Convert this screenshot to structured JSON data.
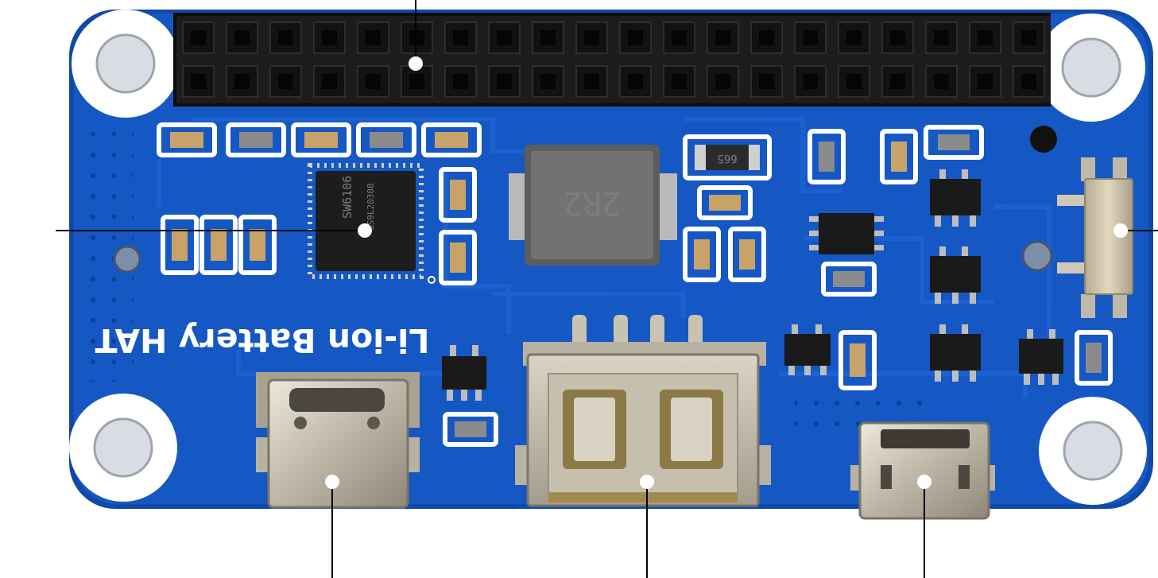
{
  "board": {
    "silkscreen_title": "Li-ion Battery HAT",
    "inductor_marking": "2R2",
    "resistor_marking": "665",
    "ic_marking_line1": "SW6106",
    "ic_marking_line2": "SS9L20308"
  },
  "colors": {
    "pcb": "#1558c4",
    "pcb_edge": "#0f4aa8",
    "silkscreen": "#ffffff",
    "header_plastic": "#1c1c1c",
    "connector_metal": "#c9c3b4",
    "callout_line": "#000000"
  },
  "callouts": [
    {
      "target": "gpio-header"
    },
    {
      "target": "sw6106-ic"
    },
    {
      "target": "slide-switch"
    },
    {
      "target": "usb-c-port"
    },
    {
      "target": "usb-a-port"
    },
    {
      "target": "micro-usb-port"
    }
  ]
}
